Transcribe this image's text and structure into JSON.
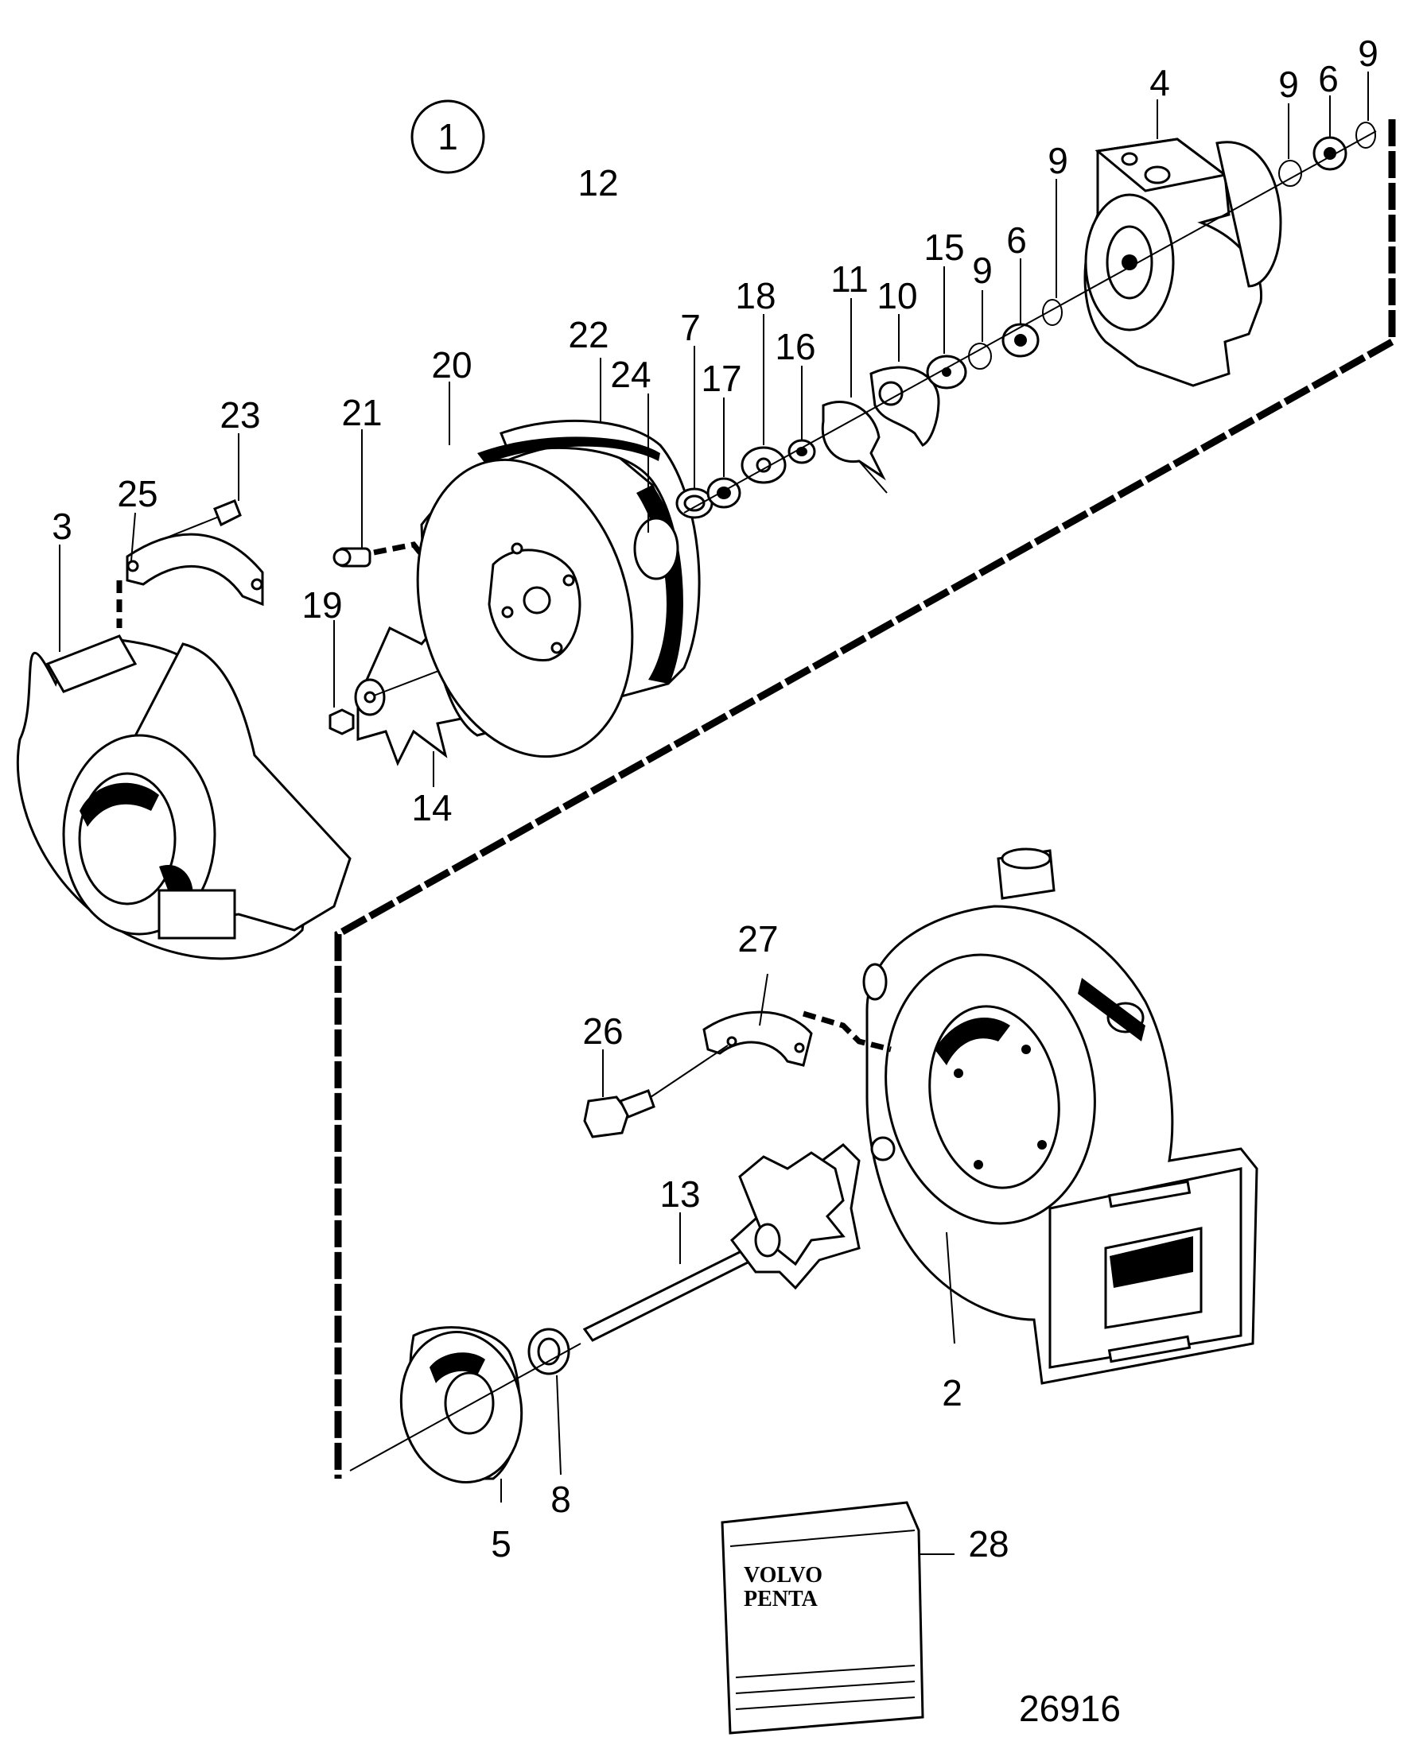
{
  "diagram": {
    "group_ref": "1",
    "drawing_number": "26916",
    "part_labels": [
      {
        "id": "label-2",
        "text": "2"
      },
      {
        "id": "label-3",
        "text": "3"
      },
      {
        "id": "label-4",
        "text": "4"
      },
      {
        "id": "label-5",
        "text": "5"
      },
      {
        "id": "label-6a",
        "text": "6"
      },
      {
        "id": "label-6b",
        "text": "6"
      },
      {
        "id": "label-7",
        "text": "7"
      },
      {
        "id": "label-8",
        "text": "8"
      },
      {
        "id": "label-9a",
        "text": "9"
      },
      {
        "id": "label-9b",
        "text": "9"
      },
      {
        "id": "label-9c",
        "text": "9"
      },
      {
        "id": "label-9d",
        "text": "9"
      },
      {
        "id": "label-10",
        "text": "10"
      },
      {
        "id": "label-11",
        "text": "11"
      },
      {
        "id": "label-12",
        "text": "12"
      },
      {
        "id": "label-13",
        "text": "13"
      },
      {
        "id": "label-14",
        "text": "14"
      },
      {
        "id": "label-15",
        "text": "15"
      },
      {
        "id": "label-16",
        "text": "16"
      },
      {
        "id": "label-17",
        "text": "17"
      },
      {
        "id": "label-18",
        "text": "18"
      },
      {
        "id": "label-19",
        "text": "19"
      },
      {
        "id": "label-20",
        "text": "20"
      },
      {
        "id": "label-21",
        "text": "21"
      },
      {
        "id": "label-22",
        "text": "22"
      },
      {
        "id": "label-23",
        "text": "23"
      },
      {
        "id": "label-24",
        "text": "24"
      },
      {
        "id": "label-25",
        "text": "25"
      },
      {
        "id": "label-26",
        "text": "26"
      },
      {
        "id": "label-27",
        "text": "27"
      },
      {
        "id": "label-28",
        "text": "28"
      }
    ],
    "logo": {
      "line1": "VOLVO",
      "line2": "PENTA"
    }
  }
}
